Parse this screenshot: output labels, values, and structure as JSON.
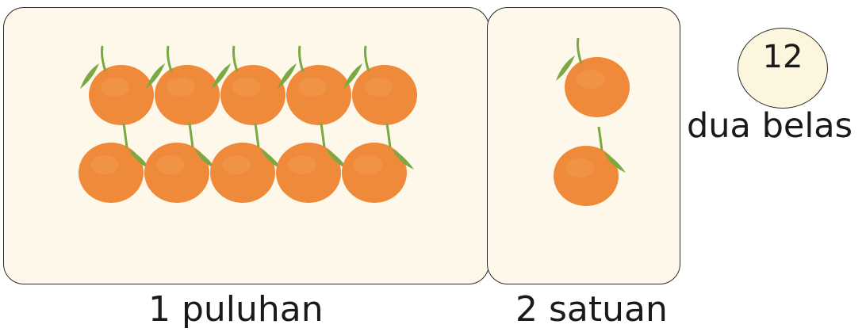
{
  "colors": {
    "panel_fill": "#fdf8ea",
    "orange": "#ee8a3a",
    "leaf": "#7aa843"
  },
  "tens": {
    "count": 10,
    "caption": "1 puluhan",
    "icon": "orange-fruit"
  },
  "units": {
    "count": 2,
    "caption": "2 satuan",
    "icon": "orange-fruit"
  },
  "number": {
    "value": "12",
    "word": "dua belas"
  }
}
